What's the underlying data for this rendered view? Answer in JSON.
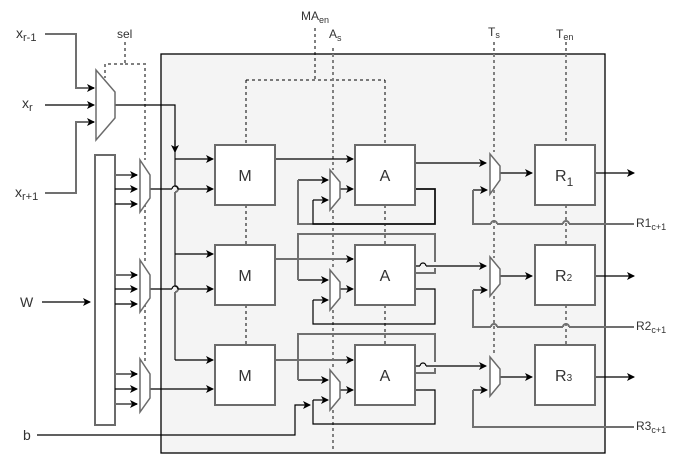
{
  "diagram": {
    "title": "MAC array datapath with input selection multiplexers",
    "inputs": {
      "x_prev": {
        "base": "x",
        "sub": "r-1"
      },
      "x_cur": {
        "base": "x",
        "sub": "r"
      },
      "x_next": {
        "base": "x",
        "sub": "r+1"
      },
      "weight": "W",
      "bias": "b"
    },
    "controls": {
      "sel": "sel",
      "ma_en": {
        "base": "MA",
        "sub": "en"
      },
      "a_s": {
        "base": "A",
        "sub": "s"
      },
      "t_s": {
        "base": "T",
        "sub": "s"
      },
      "t_en": {
        "base": "T",
        "sub": "en"
      }
    },
    "rows": [
      {
        "mult": "M",
        "acc": "A",
        "reg_base": "R",
        "reg_sub": "1",
        "next_base": "R1",
        "next_sub": "c+1"
      },
      {
        "mult": "M",
        "acc": "A",
        "reg_base": "R",
        "reg_sub": "2",
        "next_base": "R2",
        "next_sub": "c+1"
      },
      {
        "mult": "M",
        "acc": "A",
        "reg_base": "R",
        "reg_sub": "3",
        "next_base": "R3",
        "next_sub": "c+1"
      }
    ],
    "colors": {
      "panel_fill": "#f4f4f4",
      "panel_stroke": "#000000",
      "block_stroke": "#6b6b6b",
      "label_text": "#333333"
    }
  }
}
